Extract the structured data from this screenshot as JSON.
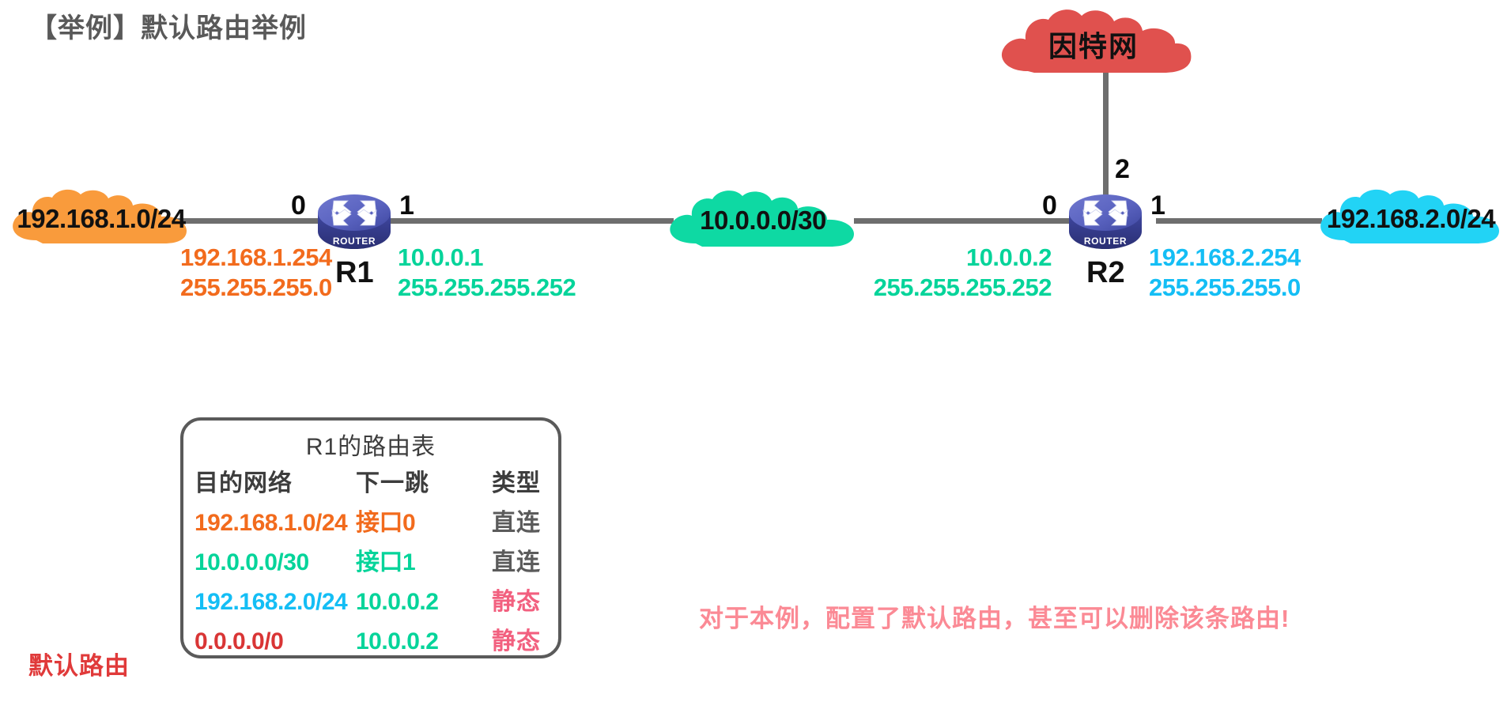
{
  "page": {
    "title": "【举例】默认路由举例"
  },
  "topology": {
    "clouds": [
      {
        "id": "lan1",
        "label": "192.168.1.0/24",
        "color": "#F99B3C",
        "cjk": false
      },
      {
        "id": "wan-link",
        "label": "10.0.0.0/30",
        "color": "#0ED9A3",
        "cjk": false
      },
      {
        "id": "lan2",
        "label": "192.168.2.0/24",
        "color": "#22D3F5",
        "cjk": false
      },
      {
        "id": "internet",
        "label": "因特网",
        "color": "#E0514E",
        "cjk": true
      }
    ],
    "routers": [
      {
        "id": "r1",
        "name": "R1",
        "icon": "router-icon",
        "icon_caption": "ROUTER",
        "ports": [
          "0",
          "1"
        ],
        "interfaces": [
          {
            "side": "left",
            "ip": "192.168.1.254",
            "mask": "255.255.255.0",
            "color": "#F26B1D"
          },
          {
            "side": "right",
            "ip": "10.0.0.1",
            "mask": "255.255.255.252",
            "color": "#05D49A"
          }
        ]
      },
      {
        "id": "r2",
        "name": "R2",
        "icon": "router-icon",
        "icon_caption": "ROUTER",
        "ports": [
          "0",
          "1",
          "2"
        ],
        "interfaces": [
          {
            "side": "left",
            "ip": "10.0.0.2",
            "mask": "255.255.255.252",
            "color": "#05D49A"
          },
          {
            "side": "right",
            "ip": "192.168.2.254",
            "mask": "255.255.255.0",
            "color": "#14BEF5"
          }
        ]
      }
    ],
    "link_color": "#6e6e6e"
  },
  "routing_table": {
    "title": "R1的路由表",
    "headers": [
      "目的网络",
      "下一跳",
      "类型"
    ],
    "rows": [
      {
        "dest": "192.168.1.0/24",
        "next_hop": "接口0",
        "type": "直连",
        "dest_color": "#F26B1D",
        "next_hop_color": "#F26B1D",
        "type_color": "#5b5b5b"
      },
      {
        "dest": "10.0.0.0/30",
        "next_hop": "接口1",
        "type": "直连",
        "dest_color": "#05D49A",
        "next_hop_color": "#05D49A",
        "type_color": "#5b5b5b"
      },
      {
        "dest": "192.168.2.0/24",
        "next_hop": "10.0.0.2",
        "type": "静态",
        "dest_color": "#14BEF5",
        "next_hop_color": "#05D49A",
        "type_color": "#F2607F"
      },
      {
        "dest": "0.0.0.0/0",
        "next_hop": "10.0.0.2",
        "type": "静态",
        "dest_color": "#D93535",
        "next_hop_color": "#05D49A",
        "type_color": "#F2607F"
      }
    ]
  },
  "annotations": {
    "default_route_label": "默认路由",
    "note": "对于本例，配置了默认路由，甚至可以删除该条路由!"
  }
}
